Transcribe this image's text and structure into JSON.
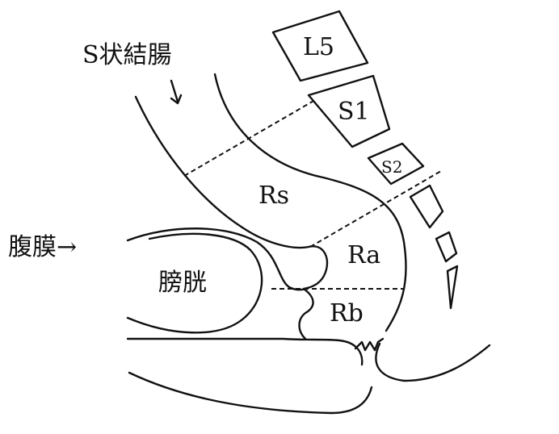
{
  "labels": {
    "sigmoid": "S状結腸",
    "peritoneum": "腹膜→",
    "bladder": "膀胱",
    "L5": "L5",
    "S1": "S1",
    "S2": "S2",
    "Rs": "Rs",
    "Ra": "Ra",
    "Rb": "Rb"
  }
}
